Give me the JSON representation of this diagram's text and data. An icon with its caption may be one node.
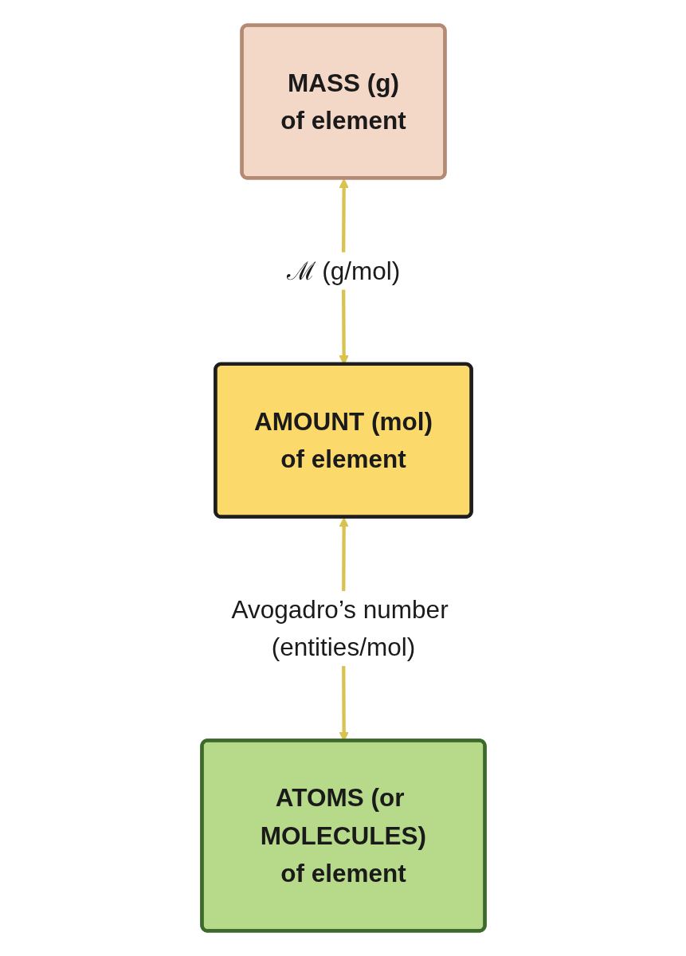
{
  "diagram": {
    "nodes": [
      {
        "text": [
          "MASS (g)",
          "of element"
        ]
      },
      {
        "text": [
          "AMOUNT (mol)",
          "of element"
        ]
      },
      {
        "text": [
          "ATOMS (or MOLECULES)",
          "of element"
        ]
      }
    ],
    "edges": [
      {
        "from": 0,
        "to": 1,
        "arrow": "both",
        "label": "ℳ (g/mol)"
      },
      {
        "from": 1,
        "to": 2,
        "arrow": "both",
        "label": "Avogadro’s number (entities/mol)"
      }
    ]
  }
}
